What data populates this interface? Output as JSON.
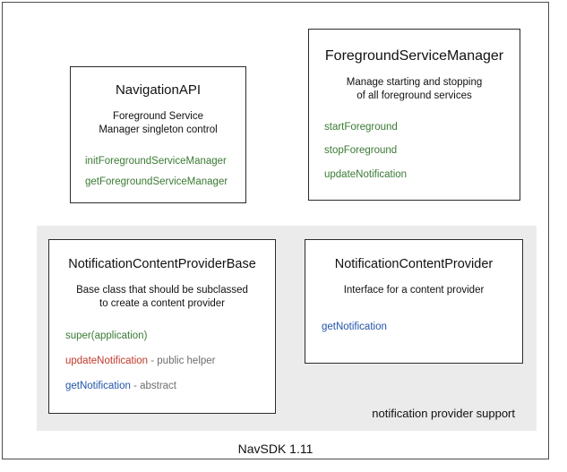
{
  "slide": {
    "caption": "NavSDK 1.11"
  },
  "group_panel": {
    "caption": "notification provider support",
    "background_color": "#ebebeb"
  },
  "colors": {
    "method_green": "#3a7a33",
    "method_red": "#c0392b",
    "method_blue": "#2255aa",
    "note_gray": "#6e6e6e",
    "text_black": "#111111",
    "card_border": "#2b2b2b",
    "frame_border": "#4d4d4d"
  },
  "cards": {
    "navigation_api": {
      "title": "NavigationAPI",
      "description_lines": [
        "Foreground Service",
        "Manager singleton control"
      ],
      "members": [
        {
          "name": "initForegroundServiceManager",
          "note": "",
          "color": "green"
        },
        {
          "name": "getForegroundServiceManager",
          "note": "",
          "color": "green"
        }
      ]
    },
    "foreground_service_manager": {
      "title": "ForegroundServiceManager",
      "description_lines": [
        "Manage starting and stopping",
        "of all foreground services"
      ],
      "members": [
        {
          "name": "startForeground",
          "note": "",
          "color": "green"
        },
        {
          "name": "stopForeground",
          "note": "",
          "color": "green"
        },
        {
          "name": "updateNotification",
          "note": "",
          "color": "green"
        }
      ]
    },
    "notification_content_provider_base": {
      "title": "NotificationContentProviderBase",
      "description_lines": [
        "Base class that should be subclassed",
        "to create a content provider"
      ],
      "members": [
        {
          "name": "super(application)",
          "note": "",
          "color": "green"
        },
        {
          "name": "updateNotification",
          "note": " - public helper",
          "color": "red"
        },
        {
          "name": "getNotification",
          "note": " - abstract",
          "color": "blue"
        }
      ]
    },
    "notification_content_provider": {
      "title": "NotificationContentProvider",
      "description_lines": [
        "Interface for a content provider"
      ],
      "members": [
        {
          "name": "getNotification",
          "note": "",
          "color": "blue"
        }
      ]
    }
  }
}
